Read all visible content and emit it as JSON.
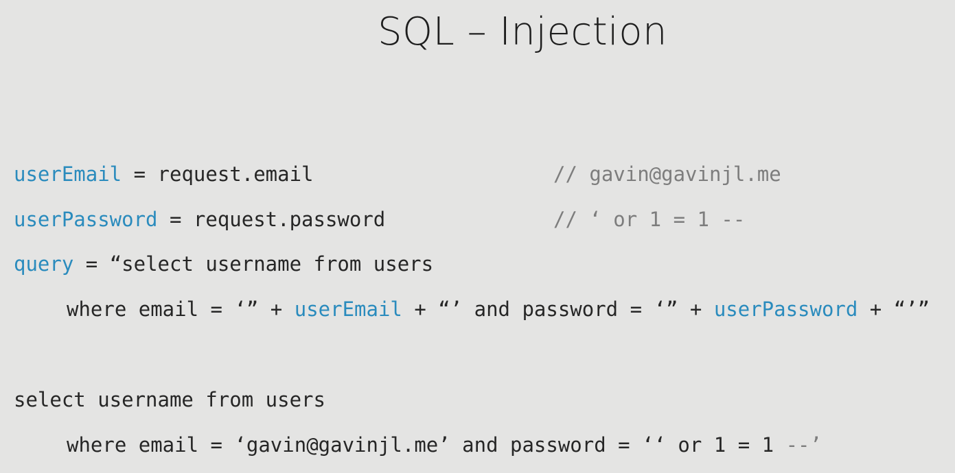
{
  "slide": {
    "title": "SQL – Injection"
  },
  "code": {
    "line1": {
      "var": "userEmail",
      "rest": " = request.email",
      "comment": "// gavin@gavinjl.me"
    },
    "line2": {
      "var": "userPassword",
      "rest": " = request.password",
      "comment": "// ‘ or 1 = 1 --"
    },
    "line3": {
      "var": "query",
      "rest": " = “select username from users"
    },
    "line4": {
      "part1": "where email = ‘” + ",
      "var1": "userEmail",
      "part2": " + “’ and password = ‘” + ",
      "var2": "userPassword",
      "part3": " + “’”"
    },
    "line5": {
      "text": "select username from users"
    },
    "line6": {
      "text": "where email = ‘gavin@gavinjl.me’ and password = ‘‘ or 1 = 1 ",
      "dashes": "--",
      "tail": "’"
    }
  },
  "colors": {
    "background": "#e4e4e3",
    "variable": "#2a8bbd",
    "comment": "#7d7d7d",
    "text": "#262626"
  }
}
